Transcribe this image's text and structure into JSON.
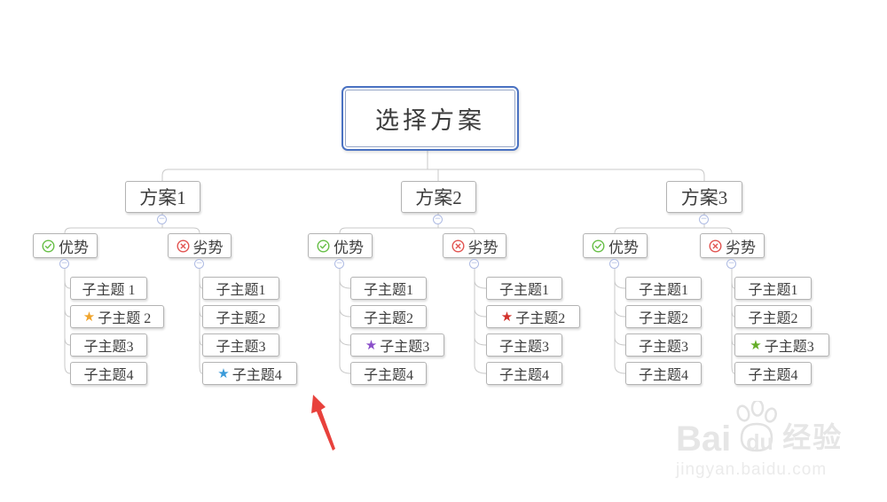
{
  "root": {
    "label": "选择方案"
  },
  "plans": [
    {
      "label": "方案1",
      "groups": [
        {
          "label": "优势",
          "icon": "check-circle",
          "subtopics": [
            {
              "label": "子主题 1"
            },
            {
              "label": "子主题 2",
              "star": "#f0a42c"
            },
            {
              "label": "子主题3"
            },
            {
              "label": "子主题4"
            }
          ]
        },
        {
          "label": "劣势",
          "icon": "cross-circle",
          "subtopics": [
            {
              "label": "子主题1"
            },
            {
              "label": "子主题2"
            },
            {
              "label": "子主题3"
            },
            {
              "label": "子主题4",
              "star": "#3b9bd9"
            }
          ]
        }
      ]
    },
    {
      "label": "方案2",
      "groups": [
        {
          "label": "优势",
          "icon": "check-circle",
          "subtopics": [
            {
              "label": "子主题1"
            },
            {
              "label": "子主题2"
            },
            {
              "label": "子主题3",
              "star": "#8a4ec9"
            },
            {
              "label": "子主题4"
            }
          ]
        },
        {
          "label": "劣势",
          "icon": "cross-circle",
          "subtopics": [
            {
              "label": "子主题1"
            },
            {
              "label": "子主题2",
              "star": "#d2312b"
            },
            {
              "label": "子主题3"
            },
            {
              "label": "子主题4"
            }
          ]
        }
      ]
    },
    {
      "label": "方案3",
      "groups": [
        {
          "label": "优势",
          "icon": "check-circle",
          "subtopics": [
            {
              "label": "子主题1"
            },
            {
              "label": "子主题2"
            },
            {
              "label": "子主题3"
            },
            {
              "label": "子主题4"
            }
          ]
        },
        {
          "label": "劣势",
          "icon": "cross-circle",
          "subtopics": [
            {
              "label": "子主题1"
            },
            {
              "label": "子主题2"
            },
            {
              "label": "子主题3",
              "star": "#64ad27"
            },
            {
              "label": "子主题4"
            }
          ]
        }
      ]
    }
  ],
  "icons": {
    "star_glyph": "★",
    "collapse_glyph": "−"
  },
  "colors": {
    "root_border": "#4a72c2",
    "node_border": "#b3b3b3",
    "connector_line": "#c9c9c9",
    "advantage_green": "#67bf47",
    "disadvantage_red": "#e25451",
    "star_gold": "#f0a42c",
    "star_blue": "#3b9bd9",
    "star_purple": "#8a4ec9",
    "star_red": "#d2312b",
    "star_green": "#64ad27",
    "toggle_border": "#aebbe3",
    "arrow_red": "#e8413c"
  },
  "watermark": {
    "brand_latin_1": "Bai",
    "brand_latin_2": "du",
    "brand_cn": "经验",
    "url": "jingyan.baidu.com"
  }
}
